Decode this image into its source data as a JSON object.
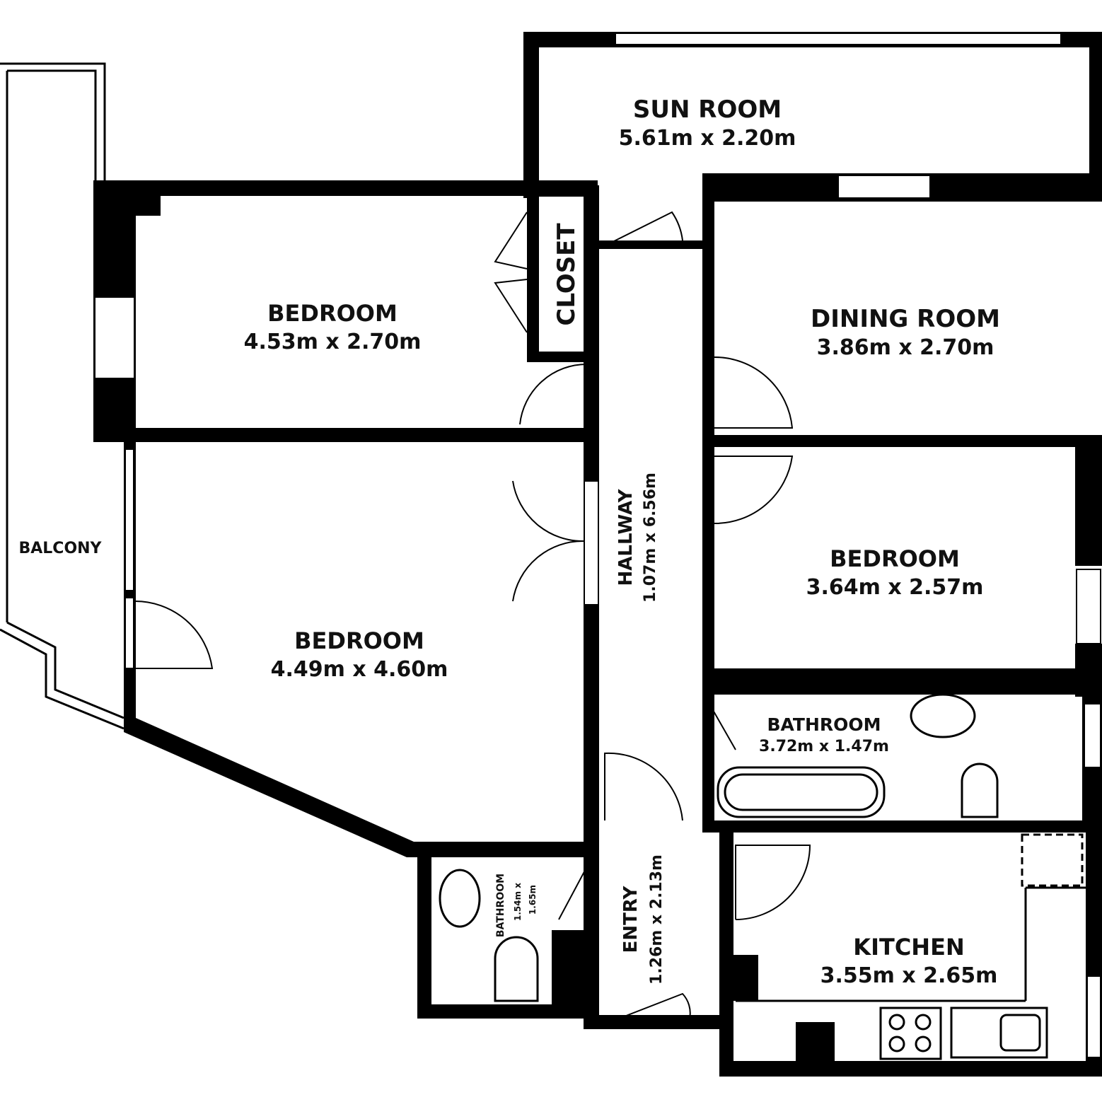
{
  "rooms": {
    "sun_room": {
      "name": "SUN ROOM",
      "dims": "5.61m x 2.20m"
    },
    "bedroom_1": {
      "name": "BEDROOM",
      "dims": "4.53m x 2.70m"
    },
    "closet": {
      "name": "CLOSET"
    },
    "dining_room": {
      "name": "DINING ROOM",
      "dims": "3.86m x 2.70m"
    },
    "hallway": {
      "name": "HALLWAY",
      "dims": "1.07m x 6.56m"
    },
    "bedroom_2": {
      "name": "BEDROOM",
      "dims": "3.64m x 2.57m"
    },
    "balcony": {
      "name": "BALCONY"
    },
    "bedroom_3": {
      "name": "BEDROOM",
      "dims": "4.49m x 4.60m"
    },
    "bathroom_1": {
      "name": "BATHROOM",
      "dims": "3.72m x 1.47m"
    },
    "bathroom_2": {
      "name": "BATHROOM",
      "dims_line1": "1.54m x",
      "dims_line2": "1.65m"
    },
    "entry": {
      "name": "ENTRY",
      "dims": "1.26m x 2.13m"
    },
    "kitchen": {
      "name": "KITCHEN",
      "dims": "3.55m x 2.65m"
    }
  }
}
